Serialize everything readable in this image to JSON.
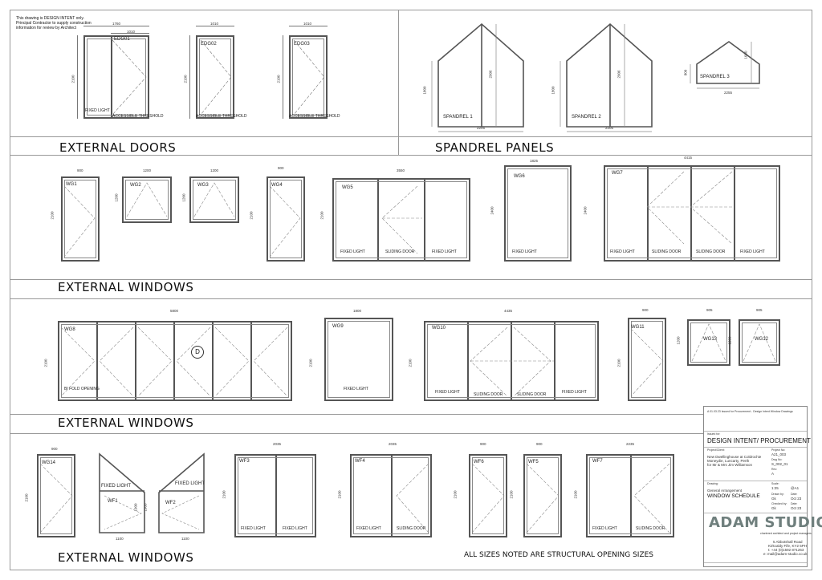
{
  "drawing_note": "This drawing is DESIGN INTENT only.\nPrincipal Contractor to supply construction\ninformation for review by Architect",
  "sections": {
    "external_doors": "EXTERNAL DOORS",
    "spandrel_panels": "SPANDREL PANELS",
    "external_windows_1": "EXTERNAL WINDOWS",
    "external_windows_2": "EXTERNAL WINDOWS",
    "external_windows_3": "EXTERNAL WINDOWS"
  },
  "footer_note": "ALL SIZES NOTED ARE STRUCTURAL OPENING SIZES",
  "doors": [
    {
      "id": "EDG01",
      "width": "1760",
      "inner": "1010",
      "height": "2100",
      "sub1": "FIXED LIGHT",
      "sub2": "ACCESSIBLE THRESHOLD"
    },
    {
      "id": "EDG02",
      "width": "1010",
      "height": "2100",
      "sub2": "ACCESSIBLE THRESHOLD"
    },
    {
      "id": "EDG03",
      "width": "1010",
      "height": "2100",
      "sub2": "ACCESSIBLE THRESHOLD"
    }
  ],
  "spandrels": [
    {
      "id": "SPANDREL 1",
      "width": "2205",
      "height": "1800",
      "peak": "2906"
    },
    {
      "id": "SPANDREL 2",
      "width": "2205",
      "height": "1800",
      "peak": "2906"
    },
    {
      "id": "SPANDREL 3",
      "width": "2255",
      "height": "800",
      "peak": "1030"
    }
  ],
  "windows_row1": [
    {
      "id": "WG1",
      "width": "900",
      "height": "2100"
    },
    {
      "id": "WG2",
      "width": "1200",
      "height": "1200"
    },
    {
      "id": "WG3",
      "width": "1200",
      "height": "1200"
    },
    {
      "id": "WG4",
      "width": "900",
      "height": "2100"
    },
    {
      "id": "WG5",
      "width": "3550",
      "height": "2100",
      "panes": [
        "FIXED LIGHT",
        "SLIDING DOOR",
        "FIXED LIGHT"
      ]
    },
    {
      "id": "WG6",
      "width": "1825",
      "height": "2400",
      "panes": [
        "FIXED LIGHT"
      ]
    },
    {
      "id": "WG7",
      "width": "4415",
      "height": "2400",
      "panes": [
        "FIXED LIGHT",
        "SLIDING DOOR",
        "SLIDING DOOR",
        "FIXED LIGHT"
      ]
    }
  ],
  "windows_row2": [
    {
      "id": "WG8",
      "width": "5800",
      "height": "2100",
      "panes": [
        "BI FOLD OPENING"
      ],
      "marker": "D"
    },
    {
      "id": "WG9",
      "width": "1800",
      "height": "2100",
      "panes": [
        "FIXED LIGHT"
      ]
    },
    {
      "id": "WG10",
      "width": "4435",
      "height": "2100",
      "panes": [
        "FIXED LIGHT",
        "SLIDING DOOR",
        "SLIDING DOOR",
        "FIXED LIGHT"
      ]
    },
    {
      "id": "WG11",
      "width": "900",
      "height": "2100"
    },
    {
      "id": "WG13",
      "width": "905",
      "height": "1200"
    },
    {
      "id": "WG12",
      "width": "905",
      "height": "1200"
    }
  ],
  "windows_row3": [
    {
      "id": "WG14",
      "width": "900",
      "height": "2100"
    },
    {
      "id": "WF1",
      "width": "1100",
      "height": "1900",
      "panes": [
        "FIXED LIGHT"
      ]
    },
    {
      "id": "WF2",
      "width": "1100",
      "height": "1900",
      "panes": [
        "FIXED LIGHT"
      ]
    },
    {
      "id": "WF3",
      "width": "2035",
      "height": "2100",
      "panes": [
        "FIXED LIGHT",
        "FIXED LIGHT"
      ]
    },
    {
      "id": "WF4",
      "width": "2035",
      "height": "2100",
      "panes": [
        "FIXED LIGHT",
        "SLIDING DOOR"
      ]
    },
    {
      "id": "WF6",
      "width": "900",
      "height": "2100"
    },
    {
      "id": "WF5",
      "width": "900",
      "height": "2100"
    },
    {
      "id": "WF7",
      "width": "2235",
      "height": "2100",
      "panes": [
        "FIXED LIGHT",
        "SLIDING DOOR"
      ]
    }
  ],
  "title_block": {
    "revision_line": "A    01.03.23    Issued for Procurement - Design Intent Window Drawings",
    "issued_for_label": "Issued for:",
    "issued_for": "DESIGN INTENT/ PROCUREMENT",
    "project_label": "Project/Client:",
    "project_no_label": "Project No:",
    "project_no": "A21_003",
    "project_lines": [
      "New Dwellinghouse at Coldrochie",
      "Moneydie, Luncarty, Perth",
      "for Mr & Mrs Jim Williamson"
    ],
    "dwg_no_label": "Dwg No:",
    "dwg_no": "S_002_01",
    "rev_label": "Rev:",
    "rev": "A",
    "drawing_label": "Drawing:",
    "drawing_1": "General Arrangement",
    "drawing_2": "WINDOW SCHEDULE",
    "scale_label": "Scale:",
    "scale": "1:25",
    "paper": "@A1",
    "drawn_label": "Drawn by:",
    "drawn": "Gk",
    "date_label": "Date:",
    "date": "Oct 23",
    "checked_label": "Checked by:",
    "checked": "Gk",
    "checked_date": "Oct 23",
    "brand": "ADAM STUDIO",
    "brand_sub": "chartered architect and project managers",
    "address": [
      "5 Abbotshall Road",
      "Kirkcaldy Fife, KY2 5PH",
      "t: +44 (0)1592 871263",
      "e: mail@adam-studio.co.uk"
    ]
  }
}
